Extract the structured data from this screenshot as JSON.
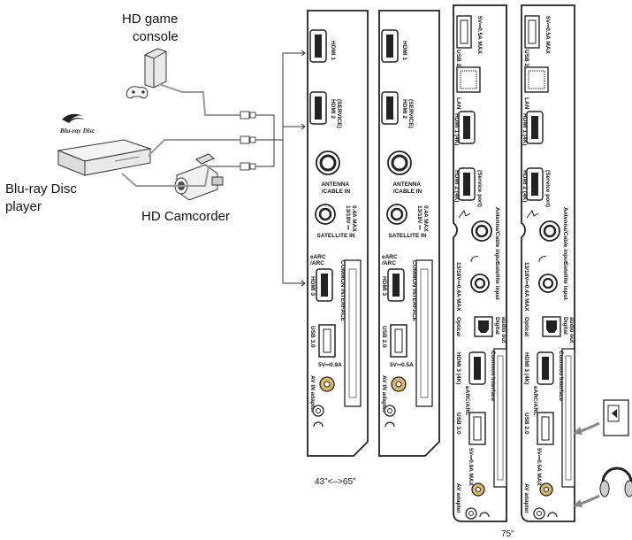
{
  "devices": {
    "game_console": "HD game\nconsole",
    "bluray_logo": "Blu-ray Disc",
    "bluray": "Blu-ray Disc\nplayer",
    "camcorder": "HD Camcorder"
  },
  "panel_a": {
    "hdmi1": "HDMI 1",
    "hdmi2": "HDMI 2\n(SERVICE)",
    "antenna": "ANTENNA\n/CABLE IN",
    "satellite_spec": "13/18V ⎓\n0.4A MAX",
    "satellite": "SATELLITE IN",
    "earc": "eARC\n/ARC",
    "hdmi3": "HDMI 3",
    "ci": "COMMON INTERFACE",
    "usb": "USB 3.0",
    "usb_rating": "5V⎓0.9A",
    "av": "AV IN adapter"
  },
  "panel_b": {
    "hdmi1": "HDMI 1",
    "hdmi2": "HDMI 2\n(SERVICE)",
    "antenna": "ANTENNA\n/CABLE IN",
    "satellite_spec": "13/18V ⎓\n0.4A MAX",
    "satellite": "SATELLITE IN",
    "earc": "eARC\n/ARC",
    "hdmi3": "HDMI 3",
    "ci": "COMMON INTERFACE",
    "usb": "USB 2.0",
    "usb_rating": "5V⎓0.5A",
    "av": "AV IN adapter"
  },
  "panel_c": {
    "usb_top": "USB 2.0",
    "usb_top_rating": "5V⎓0.5A MAX",
    "lan": "LAN",
    "hdmi1": "HDMI 1 (4K)",
    "hdmi2": "HDMI 2 (4K)",
    "service": "(Service port)",
    "antenna": "Antenna/Cable input",
    "satellite_spec": "13/18V⎓0.4A MAX",
    "satellite": "Satellite input",
    "optical": "Digital\naudio out",
    "optical_sub": "Optical",
    "hdmi3": "HDMI 3 (4K)",
    "earc": "eARC/ARC",
    "ci": "Common Interface",
    "usb_bottom": "USB 3.0",
    "usb_bottom_rating": "5V⎓0.9A MAX",
    "av": "AV adapter"
  },
  "panel_d": {
    "usb_top": "USB 2.0",
    "usb_top_rating": "5V⎓0.5A MAX",
    "lan": "LAN",
    "hdmi1": "HDMI 1 (4K)",
    "hdmi2": "HDMI 2 (4K)",
    "service": "(Service port)",
    "antenna": "Antenna/Cable input",
    "satellite_spec": "13/18V⎓0.4A MAX",
    "satellite": "Satellite input",
    "optical": "Digital\naudio out",
    "optical_sub": "Optical",
    "hdmi3": "HDMI 3 (4K)",
    "earc": "eARC/ARC",
    "ci": "Common Interface",
    "usb_bottom": "USB 2.0",
    "usb_bottom_rating": "5V⎓0.5A MAX",
    "av": "AV adapter"
  },
  "size_labels": {
    "small": "43\"<–>65\"",
    "large": "75\""
  }
}
